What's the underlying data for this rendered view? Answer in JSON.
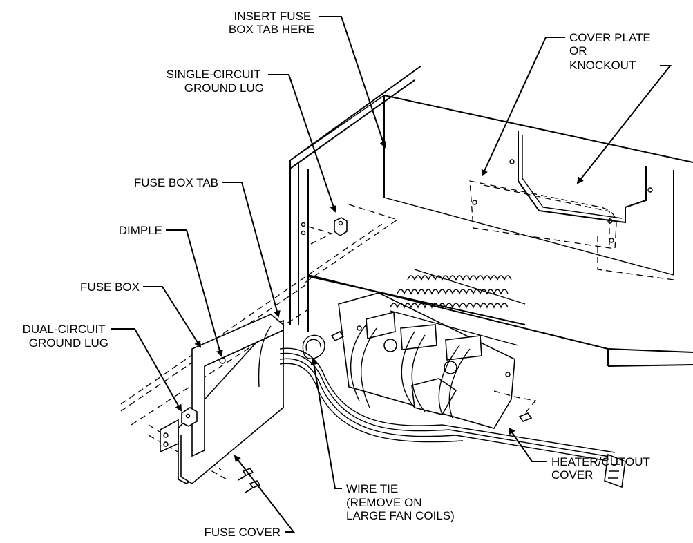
{
  "labels": {
    "insert_fuse_box_tab_here": [
      "INSERT FUSE",
      "BOX TAB HERE"
    ],
    "cover_plate_or_knockout": [
      "COVER PLATE",
      "OR",
      "KNOCKOUT"
    ],
    "single_circuit_ground_lug": [
      "SINGLE-CIRCUIT",
      "GROUND LUG"
    ],
    "fuse_box_tab": [
      "FUSE BOX TAB"
    ],
    "dimple": [
      "DIMPLE"
    ],
    "fuse_box": [
      "FUSE BOX"
    ],
    "dual_circuit_ground_lug": [
      "DUAL-CIRCUIT",
      "GROUND LUG"
    ],
    "heater_cutout_cover": [
      "HEATER/CUTOUT",
      "COVER"
    ],
    "wire_tie": [
      "WIRE TIE",
      "(REMOVE ON",
      "LARGE FAN COILS)"
    ],
    "fuse_cover": [
      "FUSE COVER"
    ]
  }
}
